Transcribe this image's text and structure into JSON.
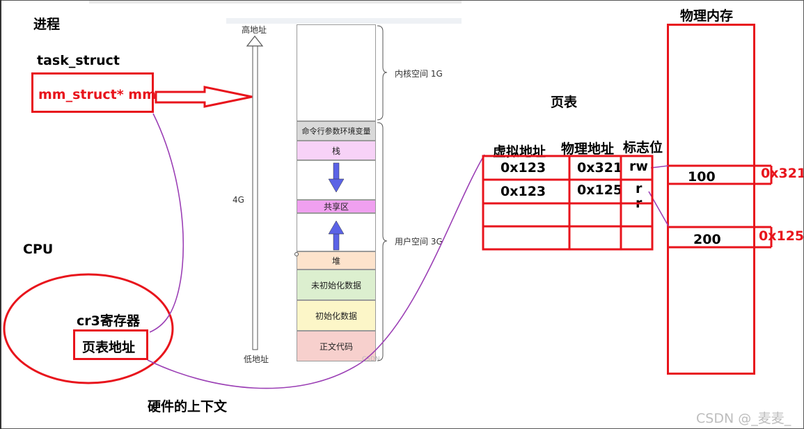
{
  "process": {
    "title": "进程",
    "task_struct": "task_struct",
    "mm_field": "mm_struct* mm"
  },
  "cpu": {
    "title": "CPU",
    "register": "cr3寄存器",
    "register_value": "页表地址",
    "context_caption": "硬件的上下文"
  },
  "address_space": {
    "high": "高地址",
    "low": "低地址",
    "total": "4G",
    "kernel_label": "内核空间 1G",
    "user_label": "用户空间 3G",
    "segments": [
      "命令行参数环境变量",
      "栈",
      "共享区",
      "堆",
      "未初始化数据",
      "初始化数据",
      "正文代码"
    ],
    "segment_colors": [
      "#d9d9d9",
      "#f7d2f7",
      "#f0a0f0",
      "#fde3cc",
      "#dcefcf",
      "#fcf6c8",
      "#f7d0cd"
    ],
    "watermark": "CSDN"
  },
  "page_table": {
    "title": "页表",
    "headers": [
      "虚拟地址",
      "物理地址",
      "标志位"
    ],
    "rows": [
      {
        "virtual": "0x123",
        "physical": "0x321",
        "flag": "rw"
      },
      {
        "virtual": "0x123",
        "physical": "0x125",
        "flag": "r"
      }
    ],
    "flag_overflow": "r"
  },
  "physical_memory": {
    "title": "物理内存",
    "slots": [
      {
        "value": "100",
        "address": "0x321"
      },
      {
        "value": "200",
        "address": "0x125"
      }
    ]
  },
  "watermark": "CSDN @_麦麦_",
  "colors": {
    "red": "#e8141c",
    "purple": "#9b3fb5",
    "arrow_blue": "#5b63e6"
  }
}
